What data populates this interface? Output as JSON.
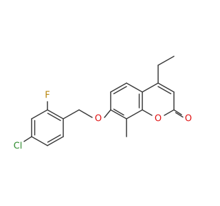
{
  "molecule": {
    "atoms": {
      "chlorine": {
        "symbol": "Cl",
        "color": "#2e8b2e"
      },
      "fluorine": {
        "symbol": "F",
        "color": "#b8860b"
      },
      "ether_oxygen": {
        "symbol": "O",
        "color": "#e01010"
      },
      "ring_oxygen": {
        "symbol": "O",
        "color": "#e01010"
      },
      "carbonyl_oxygen": {
        "symbol": "O",
        "color": "#e01010"
      }
    }
  }
}
